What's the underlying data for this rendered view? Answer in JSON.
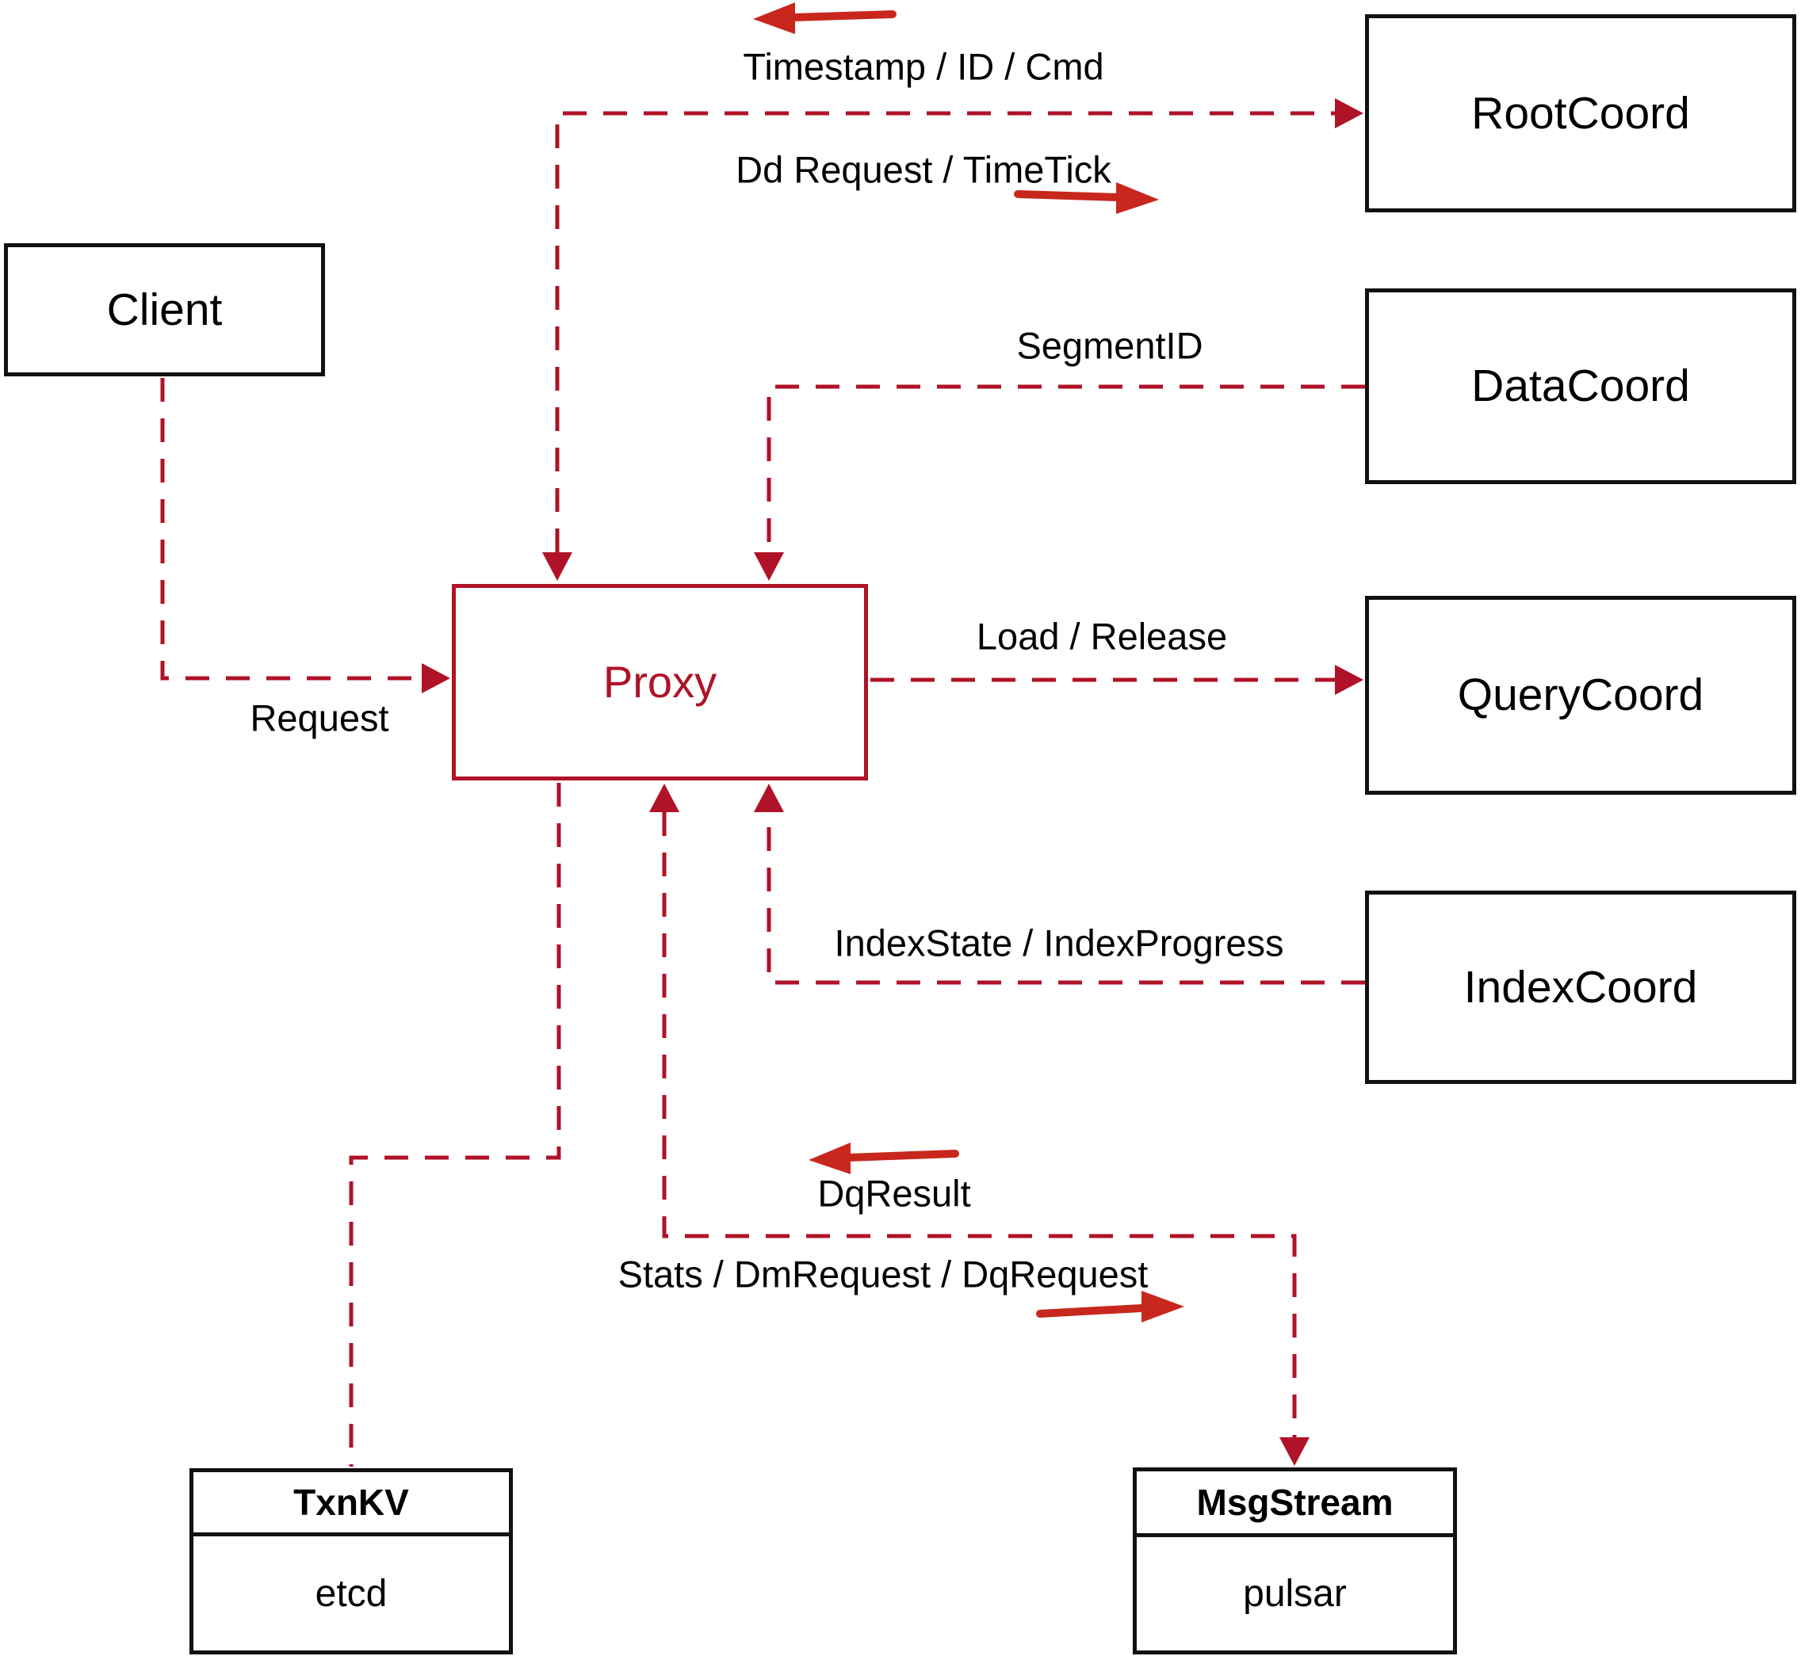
{
  "colors": {
    "connector_red": "#b01227",
    "arrow_red": "#c8271d",
    "box_border_black": "#111111",
    "text_black": "#000000",
    "background": "#ffffff"
  },
  "nodes": {
    "client": {
      "label": "Client"
    },
    "proxy": {
      "label": "Proxy"
    },
    "root_coord": {
      "label": "RootCoord"
    },
    "data_coord": {
      "label": "DataCoord"
    },
    "query_coord": {
      "label": "QueryCoord"
    },
    "index_coord": {
      "label": "IndexCoord"
    },
    "txn_kv": {
      "title": "TxnKV",
      "impl": "etcd"
    },
    "msg_stream": {
      "title": "MsgStream",
      "impl": "pulsar"
    }
  },
  "edge_labels": {
    "timestamp_id_cmd": "Timestamp / ID / Cmd",
    "dd_request_timetick": "Dd Request / TimeTick",
    "segment_id": "SegmentID",
    "load_release": "Load / Release",
    "index_state_progress": "IndexState / IndexProgress",
    "request": "Request",
    "dq_result": "DqResult",
    "stats_dm_dq": "Stats / DmRequest / DqRequest"
  }
}
